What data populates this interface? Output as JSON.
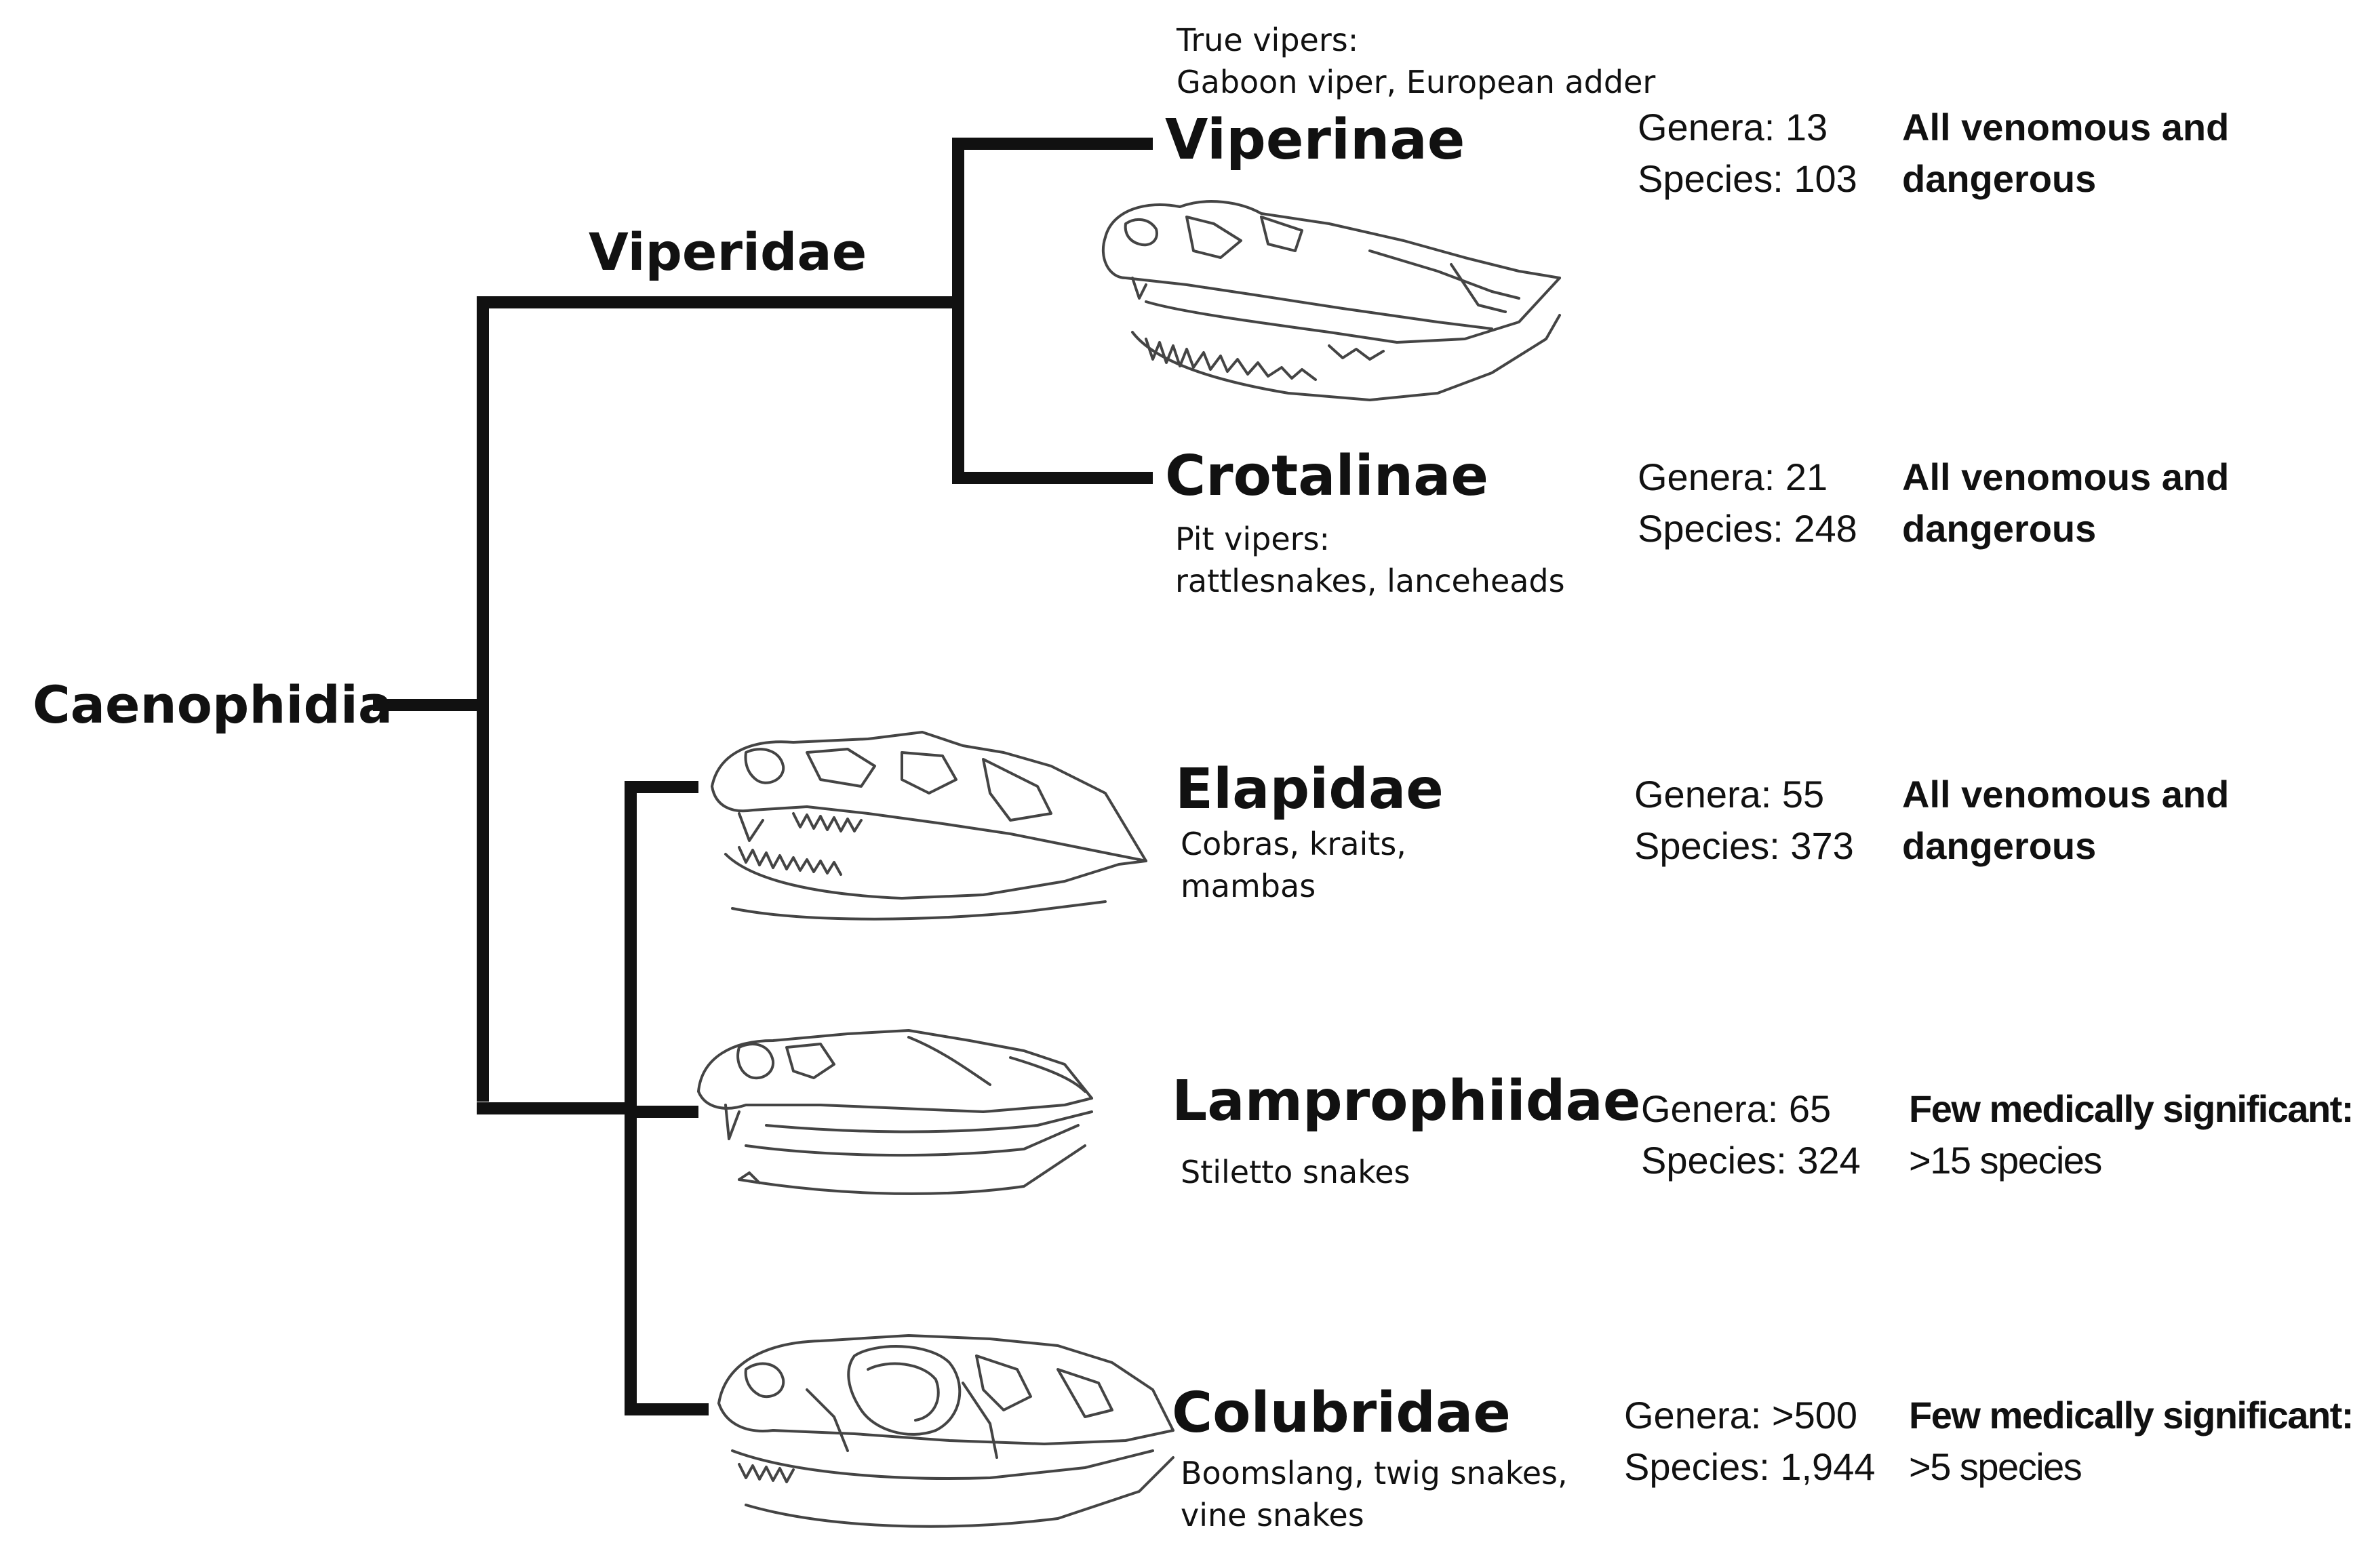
{
  "root": {
    "label": "Caenophidia"
  },
  "viperidae": {
    "label": "Viperidae"
  },
  "taxa": [
    {
      "key": "viperinae",
      "name": "Viperinae",
      "common_line1": "True vipers:",
      "common_line2": "Gaboon viper, European adder",
      "genera": "Genera: 13",
      "species": "Species: 103",
      "danger_line1": "All venomous and",
      "danger_line2": "dangerous"
    },
    {
      "key": "crotalinae",
      "name": "Crotalinae",
      "common_line1": "Pit vipers:",
      "common_line2": "rattlesnakes, lanceheads",
      "genera": "Genera: 21",
      "species": "Species: 248",
      "danger_line1": "All venomous and",
      "danger_line2": "dangerous"
    },
    {
      "key": "elapidae",
      "name": "Elapidae",
      "common_line1": "Cobras, kraits,",
      "common_line2": "mambas",
      "genera": "Genera: 55",
      "species": "Species: 373",
      "danger_line1": "All venomous and",
      "danger_line2": "dangerous"
    },
    {
      "key": "lamprophiidae",
      "name": "Lamprophiidae",
      "common_line1": "Stiletto snakes",
      "common_line2": "",
      "genera": "Genera: 65",
      "species": "Species: 324",
      "danger_line1": "Few medically significant:",
      "danger_line2": ">15 species"
    },
    {
      "key": "colubridae",
      "name": "Colubridae",
      "common_line1": "Boomslang, twig snakes,",
      "common_line2": "vine snakes",
      "genera": "Genera: >500",
      "species": "Species: 1,944",
      "danger_line1": "Few medically significant:",
      "danger_line2": ">5 species"
    }
  ],
  "colors": {
    "lines": "#111111",
    "sketch": "#444444",
    "text": "#111111"
  },
  "icons": [
    "viper-skull-icon",
    "elapid-skull-icon",
    "lamprophiid-skull-icon",
    "colubrid-skull-icon"
  ]
}
